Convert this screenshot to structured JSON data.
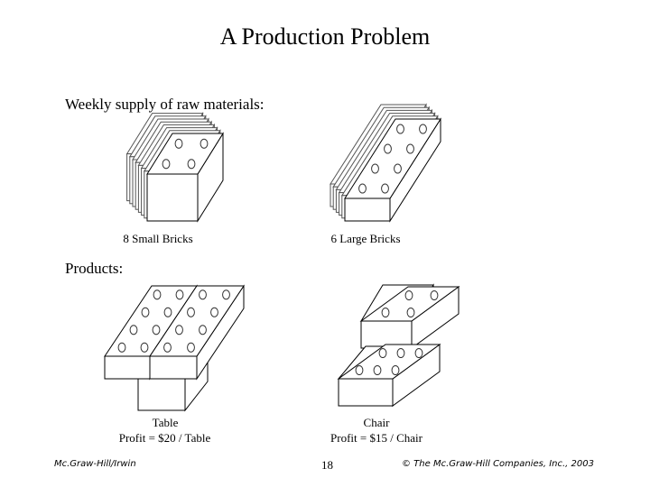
{
  "title": "A Production Problem",
  "supply": {
    "heading": "Weekly supply of raw materials:",
    "small_bricks_label": "8 Small Bricks",
    "large_bricks_label": "6 Large Bricks"
  },
  "products": {
    "heading": "Products:",
    "table": {
      "name": "Table",
      "profit": "Profit = $20 / Table"
    },
    "chair": {
      "name": "Chair",
      "profit": "Profit = $15 / Chair"
    }
  },
  "footer": {
    "left": "Mc.Graw-Hill/Irwin",
    "page": "18",
    "right": "© The Mc.Graw-Hill Companies, Inc., 2003"
  }
}
